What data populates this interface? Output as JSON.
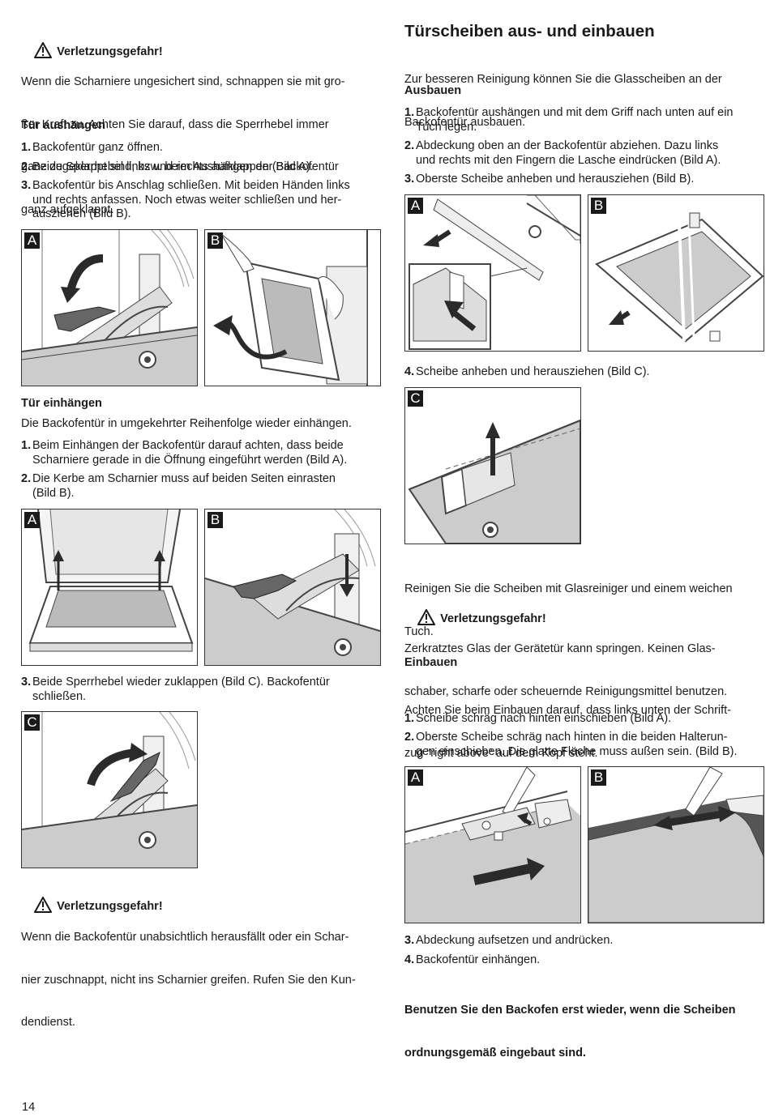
{
  "page_number": "14",
  "left": {
    "warn1_title": "Verletzungsgefahr!",
    "warn1_lines": [
      "Wenn die Scharniere ungesichert sind, schnappen sie mit gro-",
      "ßer Kraft zu. Achten Sie darauf, dass die Sperrhebel immer",
      "ganz zugeklappt sind, bzw. beim Aushängen der Backofentür",
      "ganz aufgeklappt."
    ],
    "aushaengen_title": "Tür aushängen",
    "aushaengen_steps": [
      {
        "n": "1.",
        "text": "Backofentür ganz öffnen."
      },
      {
        "n": "2.",
        "text": "Beide Sperrhebel links und rechts aufklappen (Bild A)."
      },
      {
        "n": "3.",
        "text": "Backofentür bis Anschlag schließen. Mit beiden Händen links\nund rechts anfassen. Noch etwas weiter schließen und her-\nausziehen (Bild B)."
      }
    ],
    "fig1": {
      "a": "A",
      "b": "B"
    },
    "einhaengen_title": "Tür einhängen",
    "einhaengen_intro": "Die Backofentür in umgekehrter Reihenfolge wieder einhängen.",
    "einhaengen_steps": [
      {
        "n": "1.",
        "text": "Beim Einhängen der Backofentür darauf achten, dass beide\nScharniere gerade in die Öffnung eingeführt werden (Bild A)."
      },
      {
        "n": "2.",
        "text": "Die Kerbe am Scharnier muss auf beiden Seiten einrasten\n(Bild B)."
      }
    ],
    "fig2": {
      "a": "A",
      "b": "B"
    },
    "step3": {
      "n": "3.",
      "text": "Beide Sperrhebel wieder zuklappen (Bild C). Backofentür\nschließen."
    },
    "fig3": {
      "c": "C"
    },
    "warn2_title": "Verletzungsgefahr!",
    "warn2_lines": [
      "Wenn die Backofentür unabsichtlich herausfällt oder ein Schar-",
      "nier zuschnappt, nicht ins Scharnier greifen. Rufen Sie den Kun-",
      "dendienst."
    ]
  },
  "right": {
    "title": "Türscheiben aus- und einbauen",
    "intro_lines": [
      "Zur besseren Reinigung können Sie die Glasscheiben an der",
      "Backofentür ausbauen."
    ],
    "ausbauen_title": "Ausbauen",
    "ausbauen_steps": [
      {
        "n": "1.",
        "text": "Backofentür aushängen und mit dem Griff nach unten auf ein\nTuch legen."
      },
      {
        "n": "2.",
        "text": "Abdeckung oben an der Backofentür abziehen. Dazu links\nund rechts mit den Fingern die Lasche eindrücken (Bild A)."
      },
      {
        "n": "3.",
        "text": "Oberste Scheibe anheben und herausziehen (Bild B)."
      }
    ],
    "fig4": {
      "a": "A",
      "b": "B"
    },
    "step4": {
      "n": "4.",
      "text": "Scheibe anheben und herausziehen (Bild C)."
    },
    "fig5": {
      "c": "C"
    },
    "clean_lines": [
      "Reinigen Sie die Scheiben mit Glasreiniger und einem weichen",
      "Tuch."
    ],
    "warn_title": "Verletzungsgefahr!",
    "warn_lines": [
      "Zerkratztes Glas der Gerätetür kann springen. Keinen Glas-",
      "schaber, scharfe oder scheuernde Reinigungsmittel benutzen."
    ],
    "einbauen_title": "Einbauen",
    "einbauen_intro": [
      "Achten Sie beim Einbauen darauf, dass links unten der Schrift-",
      "zug “right above“ auf dem Kopf steht."
    ],
    "einbauen_steps": [
      {
        "n": "1.",
        "text": "Scheibe schräg nach hinten einschieben (Bild A)."
      },
      {
        "n": "2.",
        "text": "Oberste Scheibe schräg nach hinten in die beiden Halterun-\ngen einschieben. Die glatte Fläche muss außen sein. (Bild B)."
      }
    ],
    "fig6": {
      "a": "A",
      "b": "B"
    },
    "final_steps": [
      {
        "n": "3.",
        "text": "Abdeckung aufsetzen und andrücken."
      },
      {
        "n": "4.",
        "text": "Backofentür einhängen."
      }
    ],
    "final_note_lines": [
      "Benutzen Sie den Backofen erst wieder, wenn die Scheiben",
      "ordnungsgemäß eingebaut sind."
    ]
  },
  "icons": [
    "warning-triangle-icon"
  ]
}
